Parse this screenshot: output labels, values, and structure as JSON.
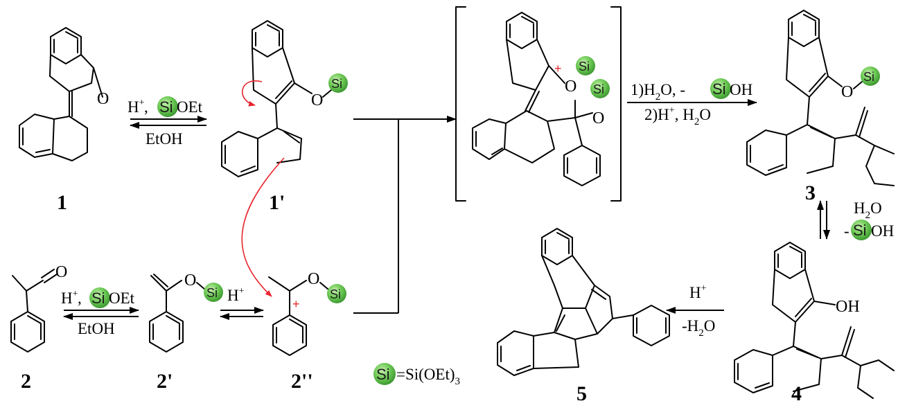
{
  "colors": {
    "si_green": "#5cc24a",
    "curly_arrow": "#e8262e",
    "ink": "#000000"
  },
  "compounds": {
    "c1": "1",
    "c1p": "1'",
    "c2": "2",
    "c2p": "2'",
    "c2pp": "2''",
    "c3": "3",
    "c4": "4",
    "c5": "5"
  },
  "atoms": {
    "O": "O",
    "Si": "Si",
    "OH": "OH",
    "plus": "+"
  },
  "conditions": {
    "acid": "H",
    "acid_sup": "+",
    "reagent_tail": "OEt",
    "etoh": "EtOH",
    "step1": "1)H",
    "step1_rest": "O, -",
    "siloh_tail": "OH",
    "step2": "2)H",
    "step2_rest": ", H",
    "water": "H",
    "water_tail": "O",
    "sub2": "2",
    "minus_water": "-H",
    "legend_rest": "=Si(OEt)",
    "legend_sub": "3"
  }
}
